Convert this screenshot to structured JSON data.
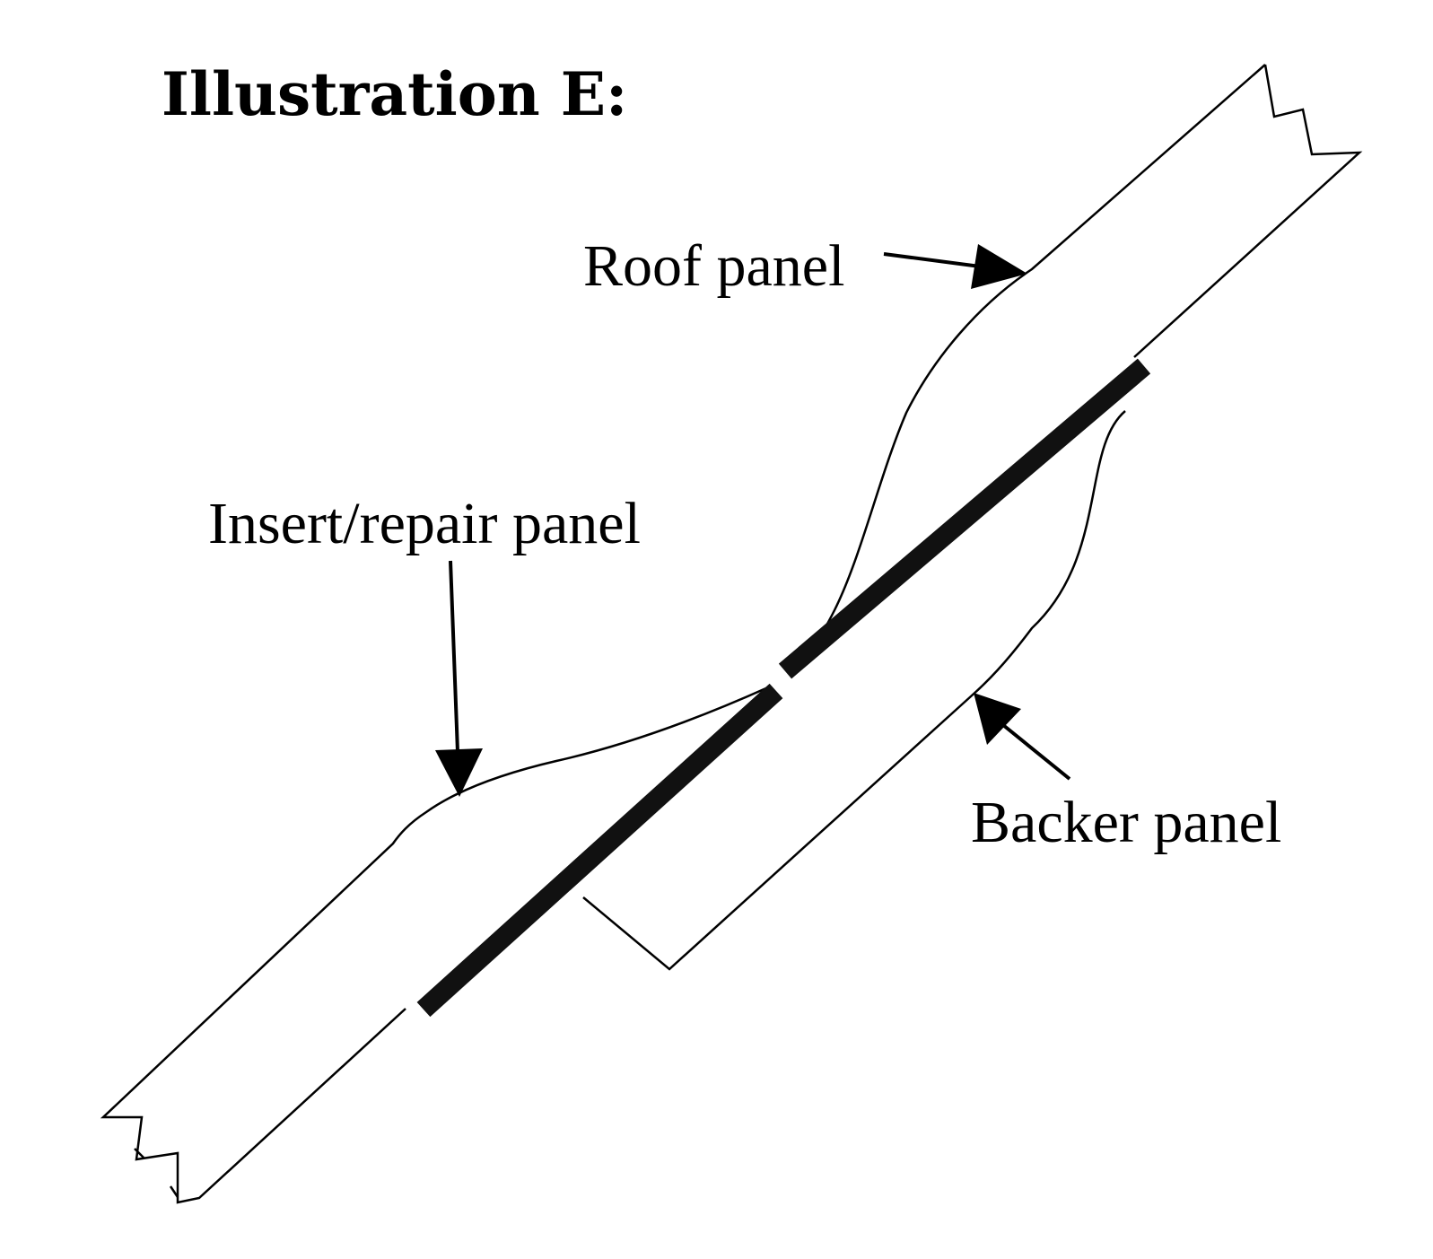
{
  "title": "Illustration E:",
  "labels": {
    "roof_panel": "Roof panel",
    "insert_repair_panel": "Insert/repair panel",
    "backer_panel": "Backer panel"
  },
  "colors": {
    "line": "#000000",
    "adhesive": "#111111",
    "background": "#ffffff"
  }
}
